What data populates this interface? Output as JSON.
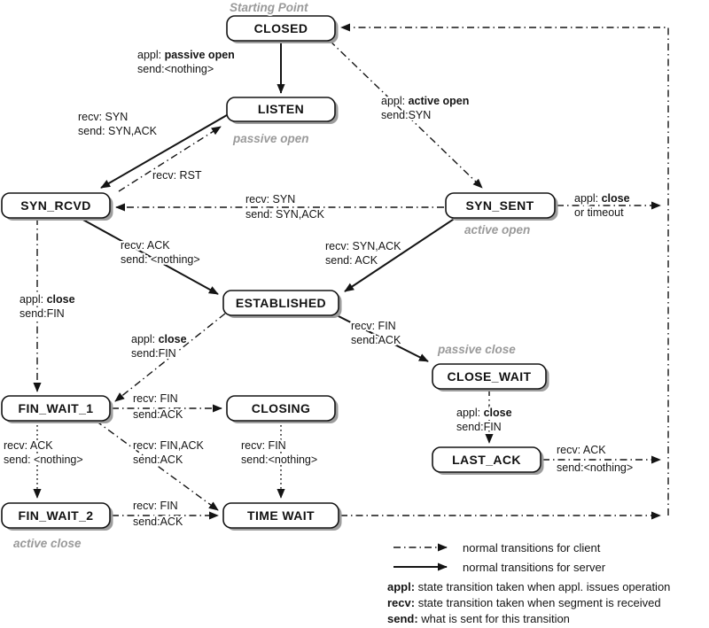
{
  "states": {
    "closed": "CLOSED",
    "listen": "LISTEN",
    "syn_rcvd": "SYN_RCVD",
    "syn_sent": "SYN_SENT",
    "established": "ESTABLISHED",
    "close_wait": "CLOSE_WAIT",
    "last_ack": "LAST_ACK",
    "fin_wait_1": "FIN_WAIT_1",
    "closing": "CLOSING",
    "fin_wait_2": "FIN_WAIT_2",
    "time_wait": "TIME WAIT"
  },
  "annotations": {
    "starting_point": "Starting Point",
    "passive_open": "passive open",
    "active_open": "active open",
    "passive_close": "passive close",
    "active_close": "active close"
  },
  "transitions": {
    "closed_listen": {
      "pre": "appl: ",
      "bold": "passive open",
      "l2": "send:<nothing>"
    },
    "closed_syn_sent": {
      "pre": "appl: ",
      "bold": "active open",
      "l2": "send:SYN"
    },
    "listen_syn_rcvd": {
      "l1": "recv: SYN",
      "l2": "send: SYN,ACK"
    },
    "syn_rcvd_listen": {
      "l1": "recv: RST"
    },
    "syn_sent_syn_rcvd": {
      "l1": "recv: SYN",
      "l2": "send: SYN,ACK"
    },
    "syn_sent_closed": {
      "pre": "appl: ",
      "bold": "close",
      "l2": "or timeout"
    },
    "syn_rcvd_established": {
      "l1": "recv: ACK",
      "l2": "send: <nothing>"
    },
    "syn_sent_established": {
      "l1": "recv: SYN,ACK",
      "l2": "send: ACK"
    },
    "syn_rcvd_fin_wait_1": {
      "pre": "appl: ",
      "bold": "close",
      "l2": "send:FIN"
    },
    "established_fin_wait_1": {
      "pre": "appl: ",
      "bold": "close",
      "l2": "send:FIN"
    },
    "established_close_wait": {
      "l1": "recv: FIN",
      "l2": "send:ACK"
    },
    "close_wait_last_ack": {
      "pre": "appl: ",
      "bold": "close",
      "l2": "send:FIN"
    },
    "last_ack_closed": {
      "l1": "recv: ACK",
      "l2": "send:<nothing>"
    },
    "fin_wait_1_closing": {
      "l1": "recv: FIN",
      "l2": "send:ACK"
    },
    "fin_wait_1_time_wait": {
      "l1": "recv: FIN,ACK",
      "l2": "send:ACK"
    },
    "fin_wait_1_fin_wait_2": {
      "l1": "recv: ACK",
      "l2": "send: <nothing>"
    },
    "closing_time_wait": {
      "l1": "recv: FIN",
      "l2": "send:<nothing>"
    },
    "fin_wait_2_time_wait": {
      "l1": "recv: FIN",
      "l2": "send:ACK"
    }
  },
  "legend": {
    "client": "normal transitions for client",
    "server": "normal transitions for server",
    "appl_term": "appl:",
    "appl_desc": " state transition taken when appl. issues operation",
    "recv_term": "recv:",
    "recv_desc": " state transition taken when segment is received",
    "send_term": "send:",
    "send_desc": " what is sent for this transition"
  },
  "colors": {
    "line": "#141414",
    "annotation": "#9a9a9a",
    "box_fill": "#ffffff",
    "box_shadow": "#9d9d9d"
  }
}
